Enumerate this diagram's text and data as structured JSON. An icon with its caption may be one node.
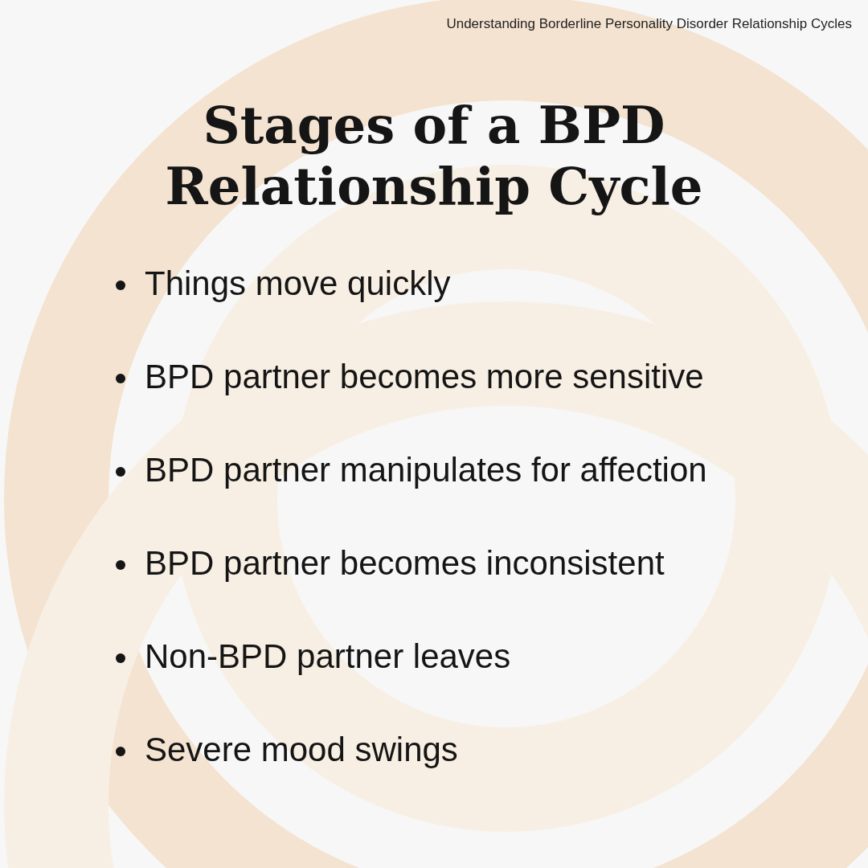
{
  "diagram": {
    "title": "Stages of a BPD Relationship Cycle",
    "labels": [
      "Understanding Borderline Personality Disorder Relationship Cycles",
      "Things move quickly",
      "BPD partner becomes more sensitive",
      "BPD partner manipulates for affection",
      "BPD partner becomes inconsistent",
      "Non-BPD partner leaves",
      "Severe mood swings"
    ]
  }
}
